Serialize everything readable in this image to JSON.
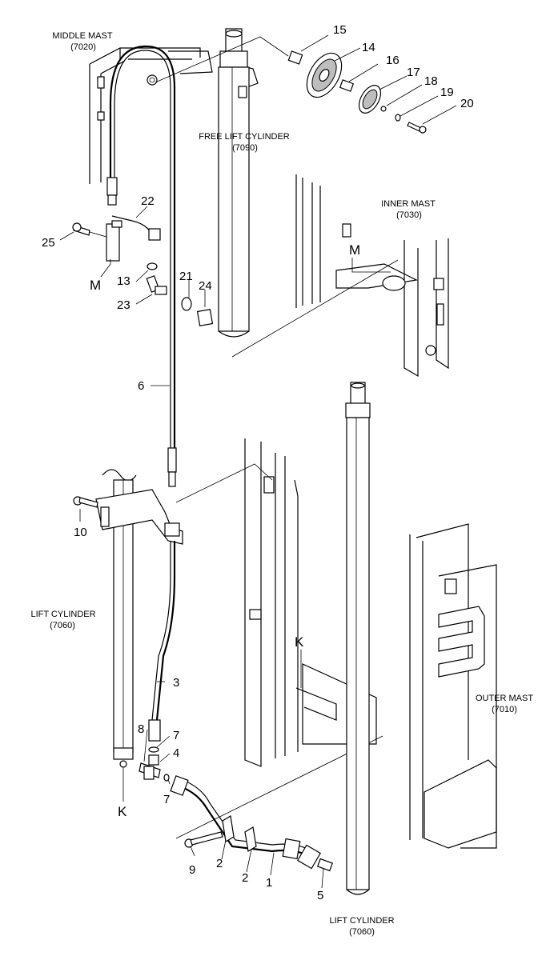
{
  "components": {
    "middle_mast": {
      "name": "MIDDLE MAST",
      "code": "(7020)"
    },
    "free_lift_cylinder": {
      "name": "FREE LIFT CYLINDER",
      "code": "(7090)"
    },
    "inner_mast": {
      "name": "INNER MAST",
      "code": "(7030)"
    },
    "lift_cylinder_left": {
      "name": "LIFT CYLINDER",
      "code": "(7060)"
    },
    "outer_mast": {
      "name": "OUTER MAST",
      "code": "(7010)"
    },
    "lift_cylinder_bottom": {
      "name": "LIFT CYLINDER",
      "code": "(7060)"
    }
  },
  "part_numbers": {
    "p1": "1",
    "p2a": "2",
    "p2b": "2",
    "p3": "3",
    "p4": "4",
    "p5": "5",
    "p6": "6",
    "p7a": "7",
    "p7b": "7",
    "p8": "8",
    "p9": "9",
    "p10": "10",
    "p13": "13",
    "p14": "14",
    "p15": "15",
    "p16": "16",
    "p17": "17",
    "p18": "18",
    "p19": "19",
    "p20": "20",
    "p21": "21",
    "p22": "22",
    "p23": "23",
    "p24": "24",
    "p25": "25"
  },
  "reference_marks": {
    "m_left": "M",
    "m_inner": "M",
    "k_left": "K",
    "k_outer": "K"
  }
}
